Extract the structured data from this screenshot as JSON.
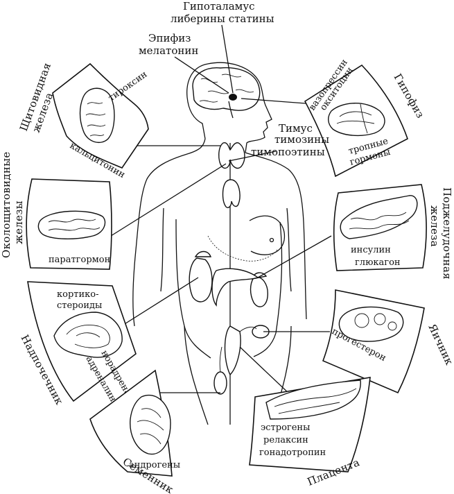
{
  "center": {
    "hypothalamus": {
      "title": "Гипоталамус",
      "hormones": "либерины статины"
    },
    "epiphysis": {
      "title": "Эпифиз",
      "hormones": "мелатонин"
    },
    "thymus": {
      "title": "Тимус",
      "line1": "тимозины",
      "line2": "тимопоэтины"
    }
  },
  "glands": {
    "thyroid": {
      "name_line1": "Щитовидная",
      "name_line2": "железа",
      "hormone1": "тироксин",
      "hormone2": "кальцитонин"
    },
    "pituitary": {
      "name": "Гипофиз",
      "hormone1": "вазопрессин",
      "hormone2": "окситоцин",
      "hormone3": "тропные",
      "hormone4": "гормоны"
    },
    "parathyroid": {
      "name_line1": "Околощитовидные",
      "name_line2": "железы",
      "hormone": "паратгормон"
    },
    "pancreas": {
      "name_line1": "Поджелудочная",
      "name_line2": "железа",
      "hormone1": "инсулин",
      "hormone2": "глюкагон"
    },
    "adrenal": {
      "name": "Надпочечник",
      "hormone1": "кортико-",
      "hormone2": "стероиды",
      "hormone3": "адреналин",
      "hormone4": "норадреналин"
    },
    "ovary": {
      "name": "Яичник",
      "hormone": "прогестерон"
    },
    "testis": {
      "name": "Семенник",
      "hormone": "андрогены"
    },
    "placenta": {
      "name": "Плацента",
      "hormone1": "эстрогены",
      "hormone2": "релаксин",
      "hormone3": "гонадотропин"
    }
  }
}
